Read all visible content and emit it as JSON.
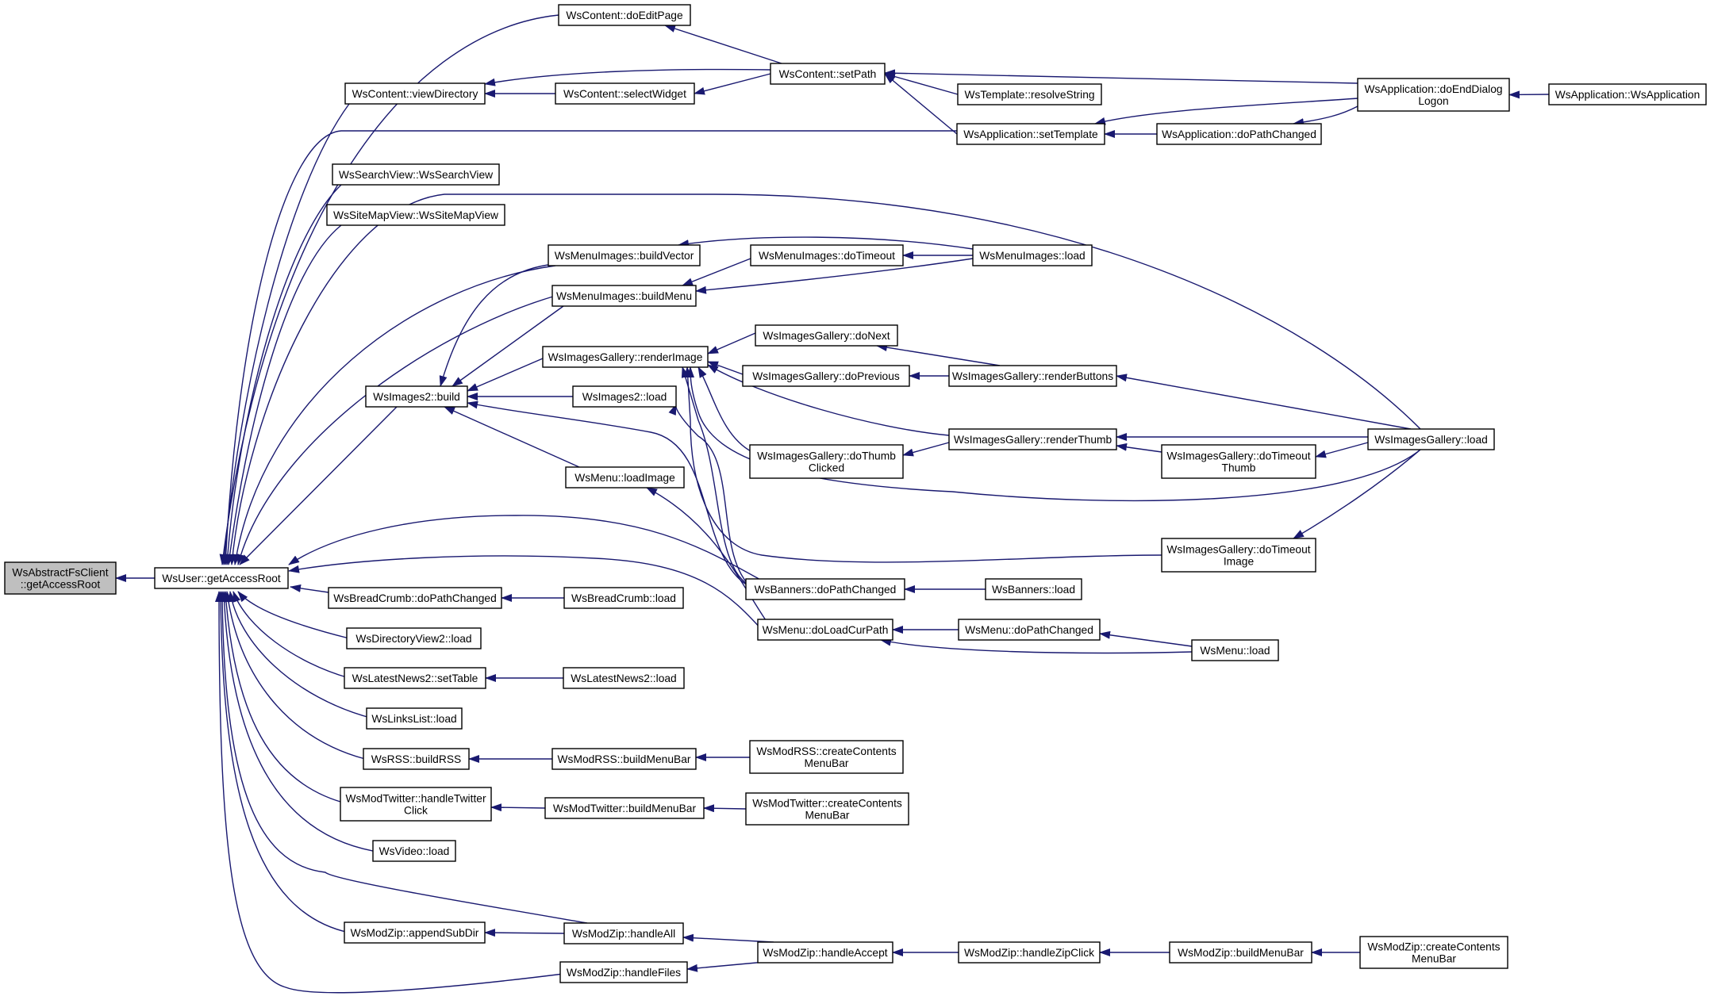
{
  "diagram": {
    "type": "doxygen-caller-graph",
    "colors": {
      "edge": "#191970",
      "node_border": "#000000",
      "node_fill": "#ffffff",
      "root_fill": "#bfbfbf"
    },
    "nodes": [
      {
        "id": "root",
        "lines": [
          "WsAbstractFsClient",
          "::getAccessRoot"
        ],
        "root": true
      },
      {
        "id": "user",
        "lines": [
          "WsUser::getAccessRoot"
        ]
      },
      {
        "id": "c_doEditPage",
        "lines": [
          "WsContent::doEditPage"
        ]
      },
      {
        "id": "c_viewDirectory",
        "lines": [
          "WsContent::viewDirectory"
        ]
      },
      {
        "id": "c_selectWidget",
        "lines": [
          "WsContent::selectWidget"
        ]
      },
      {
        "id": "c_setPath",
        "lines": [
          "WsContent::setPath"
        ]
      },
      {
        "id": "t_resolveString",
        "lines": [
          "WsTemplate::resolveString"
        ]
      },
      {
        "id": "a_setTemplate",
        "lines": [
          "WsApplication::setTemplate"
        ]
      },
      {
        "id": "a_doPathChanged",
        "lines": [
          "WsApplication::doPathChanged"
        ]
      },
      {
        "id": "a_doEndDialog",
        "lines": [
          "WsApplication::doEndDialog",
          "Logon"
        ]
      },
      {
        "id": "a_ctor",
        "lines": [
          "WsApplication::WsApplication"
        ]
      },
      {
        "id": "sv",
        "lines": [
          "WsSearchView::WsSearchView"
        ]
      },
      {
        "id": "smv",
        "lines": [
          "WsSiteMapView::WsSiteMapView"
        ]
      },
      {
        "id": "mi_buildVector",
        "lines": [
          "WsMenuImages::buildVector"
        ]
      },
      {
        "id": "mi_buildMenu",
        "lines": [
          "WsMenuImages::buildMenu"
        ]
      },
      {
        "id": "mi_doTimeout",
        "lines": [
          "WsMenuImages::doTimeout"
        ]
      },
      {
        "id": "mi_load",
        "lines": [
          "WsMenuImages::load"
        ]
      },
      {
        "id": "ig_renderImage",
        "lines": [
          "WsImagesGallery::renderImage"
        ]
      },
      {
        "id": "ig_doNext",
        "lines": [
          "WsImagesGallery::doNext"
        ]
      },
      {
        "id": "ig_doPrevious",
        "lines": [
          "WsImagesGallery::doPrevious"
        ]
      },
      {
        "id": "ig_renderButtons",
        "lines": [
          "WsImagesGallery::renderButtons"
        ]
      },
      {
        "id": "ig_doThumbClicked",
        "lines": [
          "WsImagesGallery::doThumb",
          "Clicked"
        ]
      },
      {
        "id": "ig_renderThumb",
        "lines": [
          "WsImagesGallery::renderThumb"
        ]
      },
      {
        "id": "ig_doTimeoutThumb",
        "lines": [
          "WsImagesGallery::doTimeout",
          "Thumb"
        ]
      },
      {
        "id": "ig_load",
        "lines": [
          "WsImagesGallery::load"
        ]
      },
      {
        "id": "ig_doTimeoutImage",
        "lines": [
          "WsImagesGallery::doTimeout",
          "Image"
        ]
      },
      {
        "id": "i2_build",
        "lines": [
          "WsImages2::build"
        ]
      },
      {
        "id": "i2_load",
        "lines": [
          "WsImages2::load"
        ]
      },
      {
        "id": "m_loadImage",
        "lines": [
          "WsMenu::loadImage"
        ]
      },
      {
        "id": "b_doPathChanged",
        "lines": [
          "WsBanners::doPathChanged"
        ]
      },
      {
        "id": "b_load",
        "lines": [
          "WsBanners::load"
        ]
      },
      {
        "id": "m_doLoadCurPath",
        "lines": [
          "WsMenu::doLoadCurPath"
        ]
      },
      {
        "id": "m_doPathChanged",
        "lines": [
          "WsMenu::doPathChanged"
        ]
      },
      {
        "id": "m_load",
        "lines": [
          "WsMenu::load"
        ]
      },
      {
        "id": "bc_doPathChanged",
        "lines": [
          "WsBreadCrumb::doPathChanged"
        ]
      },
      {
        "id": "bc_load",
        "lines": [
          "WsBreadCrumb::load"
        ]
      },
      {
        "id": "dv2_load",
        "lines": [
          "WsDirectoryView2::load"
        ]
      },
      {
        "id": "ln2_setTable",
        "lines": [
          "WsLatestNews2::setTable"
        ]
      },
      {
        "id": "ln2_load",
        "lines": [
          "WsLatestNews2::load"
        ]
      },
      {
        "id": "ll_load",
        "lines": [
          "WsLinksList::load"
        ]
      },
      {
        "id": "rss_buildRSS",
        "lines": [
          "WsRSS::buildRSS"
        ]
      },
      {
        "id": "mrss_buildMenuBar",
        "lines": [
          "WsModRSS::buildMenuBar"
        ]
      },
      {
        "id": "mrss_ccmb",
        "lines": [
          "WsModRSS::createContents",
          "MenuBar"
        ]
      },
      {
        "id": "mt_htc",
        "lines": [
          "WsModTwitter::handleTwitter",
          "Click"
        ]
      },
      {
        "id": "mt_buildMenuBar",
        "lines": [
          "WsModTwitter::buildMenuBar"
        ]
      },
      {
        "id": "mt_ccmb",
        "lines": [
          "WsModTwitter::createContents",
          "MenuBar"
        ]
      },
      {
        "id": "v_load",
        "lines": [
          "WsVideo::load"
        ]
      },
      {
        "id": "mz_appendSubDir",
        "lines": [
          "WsModZip::appendSubDir"
        ]
      },
      {
        "id": "mz_handleAll",
        "lines": [
          "WsModZip::handleAll"
        ]
      },
      {
        "id": "mz_handleFiles",
        "lines": [
          "WsModZip::handleFiles"
        ]
      },
      {
        "id": "mz_handleAccept",
        "lines": [
          "WsModZip::handleAccept"
        ]
      },
      {
        "id": "mz_handleZipClick",
        "lines": [
          "WsModZip::handleZipClick"
        ]
      },
      {
        "id": "mz_buildMenuBar",
        "lines": [
          "WsModZip::buildMenuBar"
        ]
      },
      {
        "id": "mz_ccmb",
        "lines": [
          "WsModZip::createContents",
          "MenuBar"
        ]
      }
    ],
    "edges": [
      {
        "from": "user",
        "to": "root"
      },
      {
        "from": "c_doEditPage",
        "to": "user"
      },
      {
        "from": "c_viewDirectory",
        "to": "user"
      },
      {
        "from": "a_setTemplate",
        "to": "user"
      },
      {
        "from": "sv",
        "to": "user"
      },
      {
        "from": "smv",
        "to": "user"
      },
      {
        "from": "ig_load",
        "to": "user"
      },
      {
        "from": "mi_buildVector",
        "to": "user"
      },
      {
        "from": "mi_buildMenu",
        "to": "user"
      },
      {
        "from": "i2_build",
        "to": "user"
      },
      {
        "from": "b_doPathChanged",
        "to": "user"
      },
      {
        "from": "m_doLoadCurPath",
        "to": "user"
      },
      {
        "from": "bc_doPathChanged",
        "to": "user"
      },
      {
        "from": "dv2_load",
        "to": "user"
      },
      {
        "from": "ln2_setTable",
        "to": "user"
      },
      {
        "from": "ll_load",
        "to": "user"
      },
      {
        "from": "rss_buildRSS",
        "to": "user"
      },
      {
        "from": "mt_htc",
        "to": "user"
      },
      {
        "from": "v_load",
        "to": "user"
      },
      {
        "from": "mz_handleAll",
        "to": "user"
      },
      {
        "from": "mz_appendSubDir",
        "to": "user"
      },
      {
        "from": "mz_handleFiles",
        "to": "user"
      },
      {
        "from": "c_setPath",
        "to": "c_doEditPage"
      },
      {
        "from": "c_setPath",
        "to": "c_viewDirectory"
      },
      {
        "from": "c_selectWidget",
        "to": "c_viewDirectory"
      },
      {
        "from": "c_setPath",
        "to": "c_selectWidget"
      },
      {
        "from": "a_doEndDialog",
        "to": "c_setPath"
      },
      {
        "from": "t_resolveString",
        "to": "c_setPath"
      },
      {
        "from": "a_setTemplate",
        "to": "c_setPath"
      },
      {
        "from": "a_doEndDialog",
        "to": "a_setTemplate"
      },
      {
        "from": "a_doPathChanged",
        "to": "a_setTemplate"
      },
      {
        "from": "a_doEndDialog",
        "to": "a_doPathChanged"
      },
      {
        "from": "a_ctor",
        "to": "a_doEndDialog"
      },
      {
        "from": "mi_load",
        "to": "mi_buildVector"
      },
      {
        "from": "mi_doTimeout",
        "to": "mi_buildMenu"
      },
      {
        "from": "mi_load",
        "to": "mi_buildMenu"
      },
      {
        "from": "mi_load",
        "to": "mi_doTimeout"
      },
      {
        "from": "mi_buildVector",
        "to": "i2_build"
      },
      {
        "from": "mi_buildMenu",
        "to": "i2_build"
      },
      {
        "from": "ig_renderImage",
        "to": "i2_build"
      },
      {
        "from": "i2_load",
        "to": "i2_build"
      },
      {
        "from": "m_loadImage",
        "to": "i2_build"
      },
      {
        "from": "b_doPathChanged",
        "to": "i2_build"
      },
      {
        "from": "ig_doNext",
        "to": "ig_renderImage"
      },
      {
        "from": "ig_doPrevious",
        "to": "ig_renderImage"
      },
      {
        "from": "ig_renderThumb",
        "to": "ig_renderImage"
      },
      {
        "from": "ig_doThumbClicked",
        "to": "ig_renderImage"
      },
      {
        "from": "ig_load",
        "to": "ig_renderImage"
      },
      {
        "from": "ig_doTimeoutImage",
        "to": "ig_renderImage"
      },
      {
        "from": "b_doPathChanged",
        "to": "ig_renderImage"
      },
      {
        "from": "ig_renderButtons",
        "to": "ig_doNext"
      },
      {
        "from": "ig_renderButtons",
        "to": "ig_doPrevious"
      },
      {
        "from": "ig_load",
        "to": "ig_renderButtons"
      },
      {
        "from": "ig_renderThumb",
        "to": "ig_doThumbClicked"
      },
      {
        "from": "ig_load",
        "to": "ig_renderThumb"
      },
      {
        "from": "ig_doTimeoutThumb",
        "to": "ig_renderThumb"
      },
      {
        "from": "ig_load",
        "to": "ig_doTimeoutThumb"
      },
      {
        "from": "ig_load",
        "to": "ig_doTimeoutImage"
      },
      {
        "from": "b_doPathChanged",
        "to": "i2_load"
      },
      {
        "from": "m_doLoadCurPath",
        "to": "m_loadImage"
      },
      {
        "from": "b_load",
        "to": "b_doPathChanged"
      },
      {
        "from": "m_doPathChanged",
        "to": "m_doLoadCurPath"
      },
      {
        "from": "m_load",
        "to": "m_doLoadCurPath"
      },
      {
        "from": "m_load",
        "to": "m_doPathChanged"
      },
      {
        "from": "bc_load",
        "to": "bc_doPathChanged"
      },
      {
        "from": "ln2_load",
        "to": "ln2_setTable"
      },
      {
        "from": "mrss_buildMenuBar",
        "to": "rss_buildRSS"
      },
      {
        "from": "mrss_ccmb",
        "to": "mrss_buildMenuBar"
      },
      {
        "from": "mt_buildMenuBar",
        "to": "mt_htc"
      },
      {
        "from": "mt_ccmb",
        "to": "mt_buildMenuBar"
      },
      {
        "from": "mz_handleAll",
        "to": "mz_appendSubDir"
      },
      {
        "from": "mz_handleAccept",
        "to": "mz_handleAll"
      },
      {
        "from": "mz_handleAccept",
        "to": "mz_handleFiles"
      },
      {
        "from": "mz_handleZipClick",
        "to": "mz_handleAccept"
      },
      {
        "from": "mz_buildMenuBar",
        "to": "mz_handleZipClick"
      },
      {
        "from": "mz_ccmb",
        "to": "mz_buildMenuBar"
      }
    ]
  }
}
